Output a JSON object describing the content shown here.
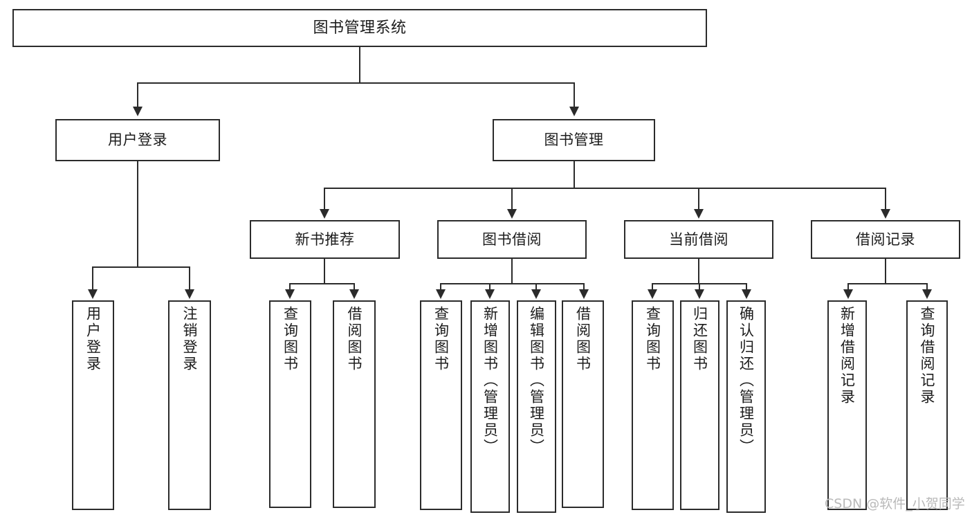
{
  "diagram": {
    "title": "图书管理系统",
    "type": "tree",
    "root": {
      "id": "root",
      "label": "图书管理系统"
    },
    "level1": [
      {
        "id": "user-login",
        "label": "用户登录"
      },
      {
        "id": "book-manage",
        "label": "图书管理"
      }
    ],
    "level2": [
      {
        "id": "new-book-recommend",
        "label": "新书推荐",
        "parent": "book-manage"
      },
      {
        "id": "book-borrow",
        "label": "图书借阅",
        "parent": "book-manage"
      },
      {
        "id": "current-borrow",
        "label": "当前借阅",
        "parent": "book-manage"
      },
      {
        "id": "borrow-record",
        "label": "借阅记录",
        "parent": "book-manage"
      }
    ],
    "leaves": [
      {
        "id": "leaf-user-login",
        "label": "用户登录",
        "parent": "user-login"
      },
      {
        "id": "leaf-logout",
        "label": "注销登录",
        "parent": "user-login"
      },
      {
        "id": "leaf-query-book-1",
        "label": "查询图书",
        "parent": "new-book-recommend"
      },
      {
        "id": "leaf-borrow-book-1",
        "label": "借阅图书",
        "parent": "new-book-recommend"
      },
      {
        "id": "leaf-query-book-2",
        "label": "查询图书",
        "parent": "book-borrow"
      },
      {
        "id": "leaf-add-book",
        "label": "新增图书（管理员）",
        "parent": "book-borrow"
      },
      {
        "id": "leaf-edit-book",
        "label": "编辑图书（管理员）",
        "parent": "book-borrow"
      },
      {
        "id": "leaf-borrow-book-2",
        "label": "借阅图书",
        "parent": "book-borrow"
      },
      {
        "id": "leaf-query-book-3",
        "label": "查询图书",
        "parent": "current-borrow"
      },
      {
        "id": "leaf-return-book",
        "label": "归还图书",
        "parent": "current-borrow"
      },
      {
        "id": "leaf-confirm-return",
        "label": "确认归还（管理员）",
        "parent": "current-borrow"
      },
      {
        "id": "leaf-add-record",
        "label": "新增借阅记录",
        "parent": "borrow-record"
      },
      {
        "id": "leaf-query-record",
        "label": "查询借阅记录",
        "parent": "borrow-record"
      }
    ]
  },
  "watermark": {
    "text": "CSDN @软件_小贺同学"
  },
  "colors": {
    "stroke": "#2b2b2b",
    "fill": "#ffffff",
    "text": "#1c1c1c",
    "watermark": "#b9b9b9"
  }
}
